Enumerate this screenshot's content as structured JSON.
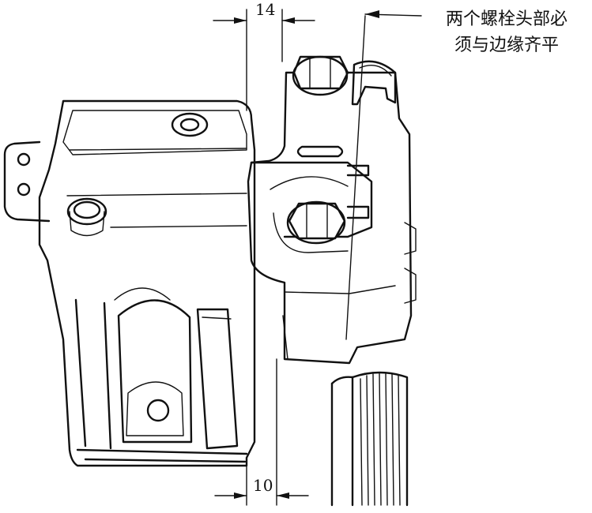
{
  "dimensions": {
    "top_value": "14",
    "bottom_value": "10"
  },
  "annotation": {
    "line1": "两个螺栓头部必",
    "line2": "须与边缘齐平"
  }
}
